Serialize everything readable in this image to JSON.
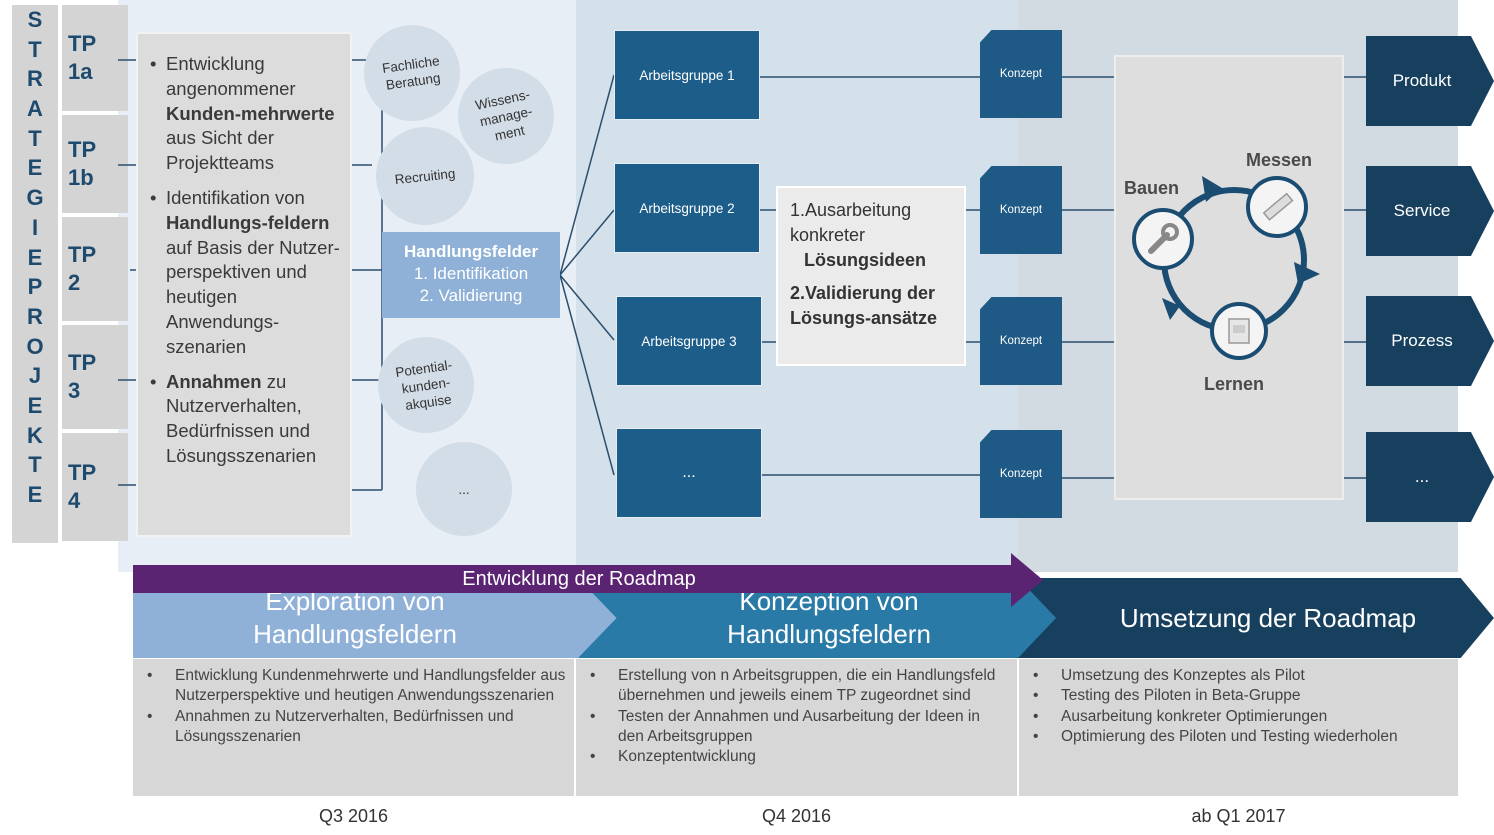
{
  "strategieprojekte": {
    "letters": [
      "S",
      "T",
      "R",
      "A",
      "T",
      "E",
      "G",
      "I",
      "E",
      "P",
      "R",
      "O",
      "J",
      "E",
      "K",
      "T",
      "E"
    ]
  },
  "tp": {
    "tp1a": {
      "line1": "TP",
      "line2": "1a"
    },
    "tp1b": {
      "line1": "TP",
      "line2": "1b"
    },
    "tp2": {
      "line1": "TP",
      "line2": "2"
    },
    "tp3": {
      "line1": "TP",
      "line2": "3"
    },
    "tp4": {
      "line1": "TP",
      "line2": "4"
    }
  },
  "exploration_box": {
    "b1_pre": "Entwicklung angenommener ",
    "b1_bold": "Kunden-mehrwerte",
    "b1_post": " aus Sicht der Projektteams",
    "b2_pre": "Identifikation von ",
    "b2_bold": "Handlungs-feldern",
    "b2_post": " auf Basis der Nutzer-perspektiven und heutigen Anwendungs-szenarien",
    "b3_bold": "Annahmen",
    "b3_post": " zu Nutzerverhalten, Bedürfnissen und Lösungsszenarien"
  },
  "circles": {
    "c1": "Fachliche Beratung",
    "c2": "Wissens-manage-ment",
    "c3": "Recruiting",
    "c4": "Potential-kunden-akquise",
    "c5": "..."
  },
  "handlungsfelder": {
    "title": "Handlungsfelder",
    "item1": "1. Identifikation",
    "item2": "2. Validierung"
  },
  "arbeitsgruppen": {
    "ag1": "Arbeitsgruppe 1",
    "ag2": "Arbeitsgruppe 2",
    "ag3": "Arbeitsgruppe 3",
    "ag4": "..."
  },
  "konzept": {
    "k1": "Konzept",
    "k2": "Konzept",
    "k3": "Konzept",
    "k4": "Konzept"
  },
  "ausarbeitung": {
    "l1_num": "1.",
    "l1": "Ausarbeitung konkreter",
    "l1_bold": "Lösungsideen",
    "l2_num": "2.",
    "l2": "Validierung der Lösungs-ansätze"
  },
  "cycle": {
    "bauen": "Bauen",
    "messen": "Messen",
    "lernen": "Lernen"
  },
  "outputs": {
    "o1": "Produkt",
    "o2": "Service",
    "o3": "Prozess",
    "o4": "..."
  },
  "roadmap_arrow": "Entwicklung der Roadmap",
  "phases": {
    "p1": {
      "line1": "Exploration von",
      "line2": "Handlungsfeldern"
    },
    "p2": {
      "line1": "Konzeption von",
      "line2": "Handlungsfeldern"
    },
    "p3": {
      "line1": "Umsetzung der Roadmap"
    }
  },
  "descriptions": {
    "d1": [
      "Entwicklung Kundenmehrwerte und Handlungsfelder aus Nutzerperspektive und heutigen Anwendungsszenarien",
      "Annahmen zu Nutzerverhalten, Bedürfnissen und Lösungsszenarien"
    ],
    "d2": [
      "Erstellung von n Arbeitsgruppen, die ein Handlungsfeld übernehmen und jeweils einem TP zugeordnet sind",
      "Testen der Annahmen und Ausarbeitung der Ideen in den Arbeitsgruppen",
      "Konzeptentwicklung"
    ],
    "d3": [
      "Umsetzung des Konzeptes als Pilot",
      "Testing des Piloten in Beta-Gruppe",
      "Ausarbeitung konkreter Optimierungen",
      "Optimierung des Piloten und Testing wiederholen"
    ]
  },
  "quarters": {
    "q1": "Q3 2016",
    "q2": "Q4 2016",
    "q3": "ab Q1 2017"
  },
  "colors": {
    "navy": "#173f5e",
    "mid_blue": "#1d5d8a",
    "light_blue": "#8fb1d7",
    "purple": "#5b2472",
    "phase1": "#8fb1d7",
    "phase2": "#2a7aa8",
    "phase3": "#173f5e"
  }
}
